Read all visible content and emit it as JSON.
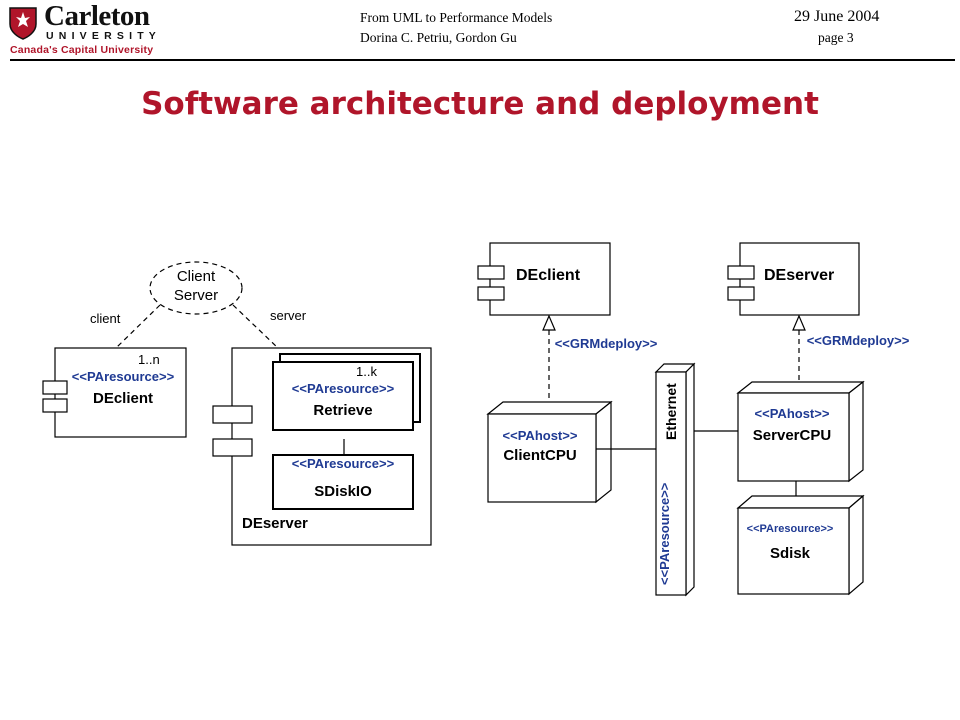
{
  "header": {
    "logo": {
      "wordmark": "Carleton",
      "university": "UNIVERSITY",
      "tagline": "Canada's Capital University",
      "brand_color": "#b0152a"
    },
    "course": "From UML to Performance Models",
    "authors": "Dorina C. Petriu, Gordon Gu",
    "date": "29 June 2004",
    "page": "page 3"
  },
  "slide": {
    "title": "Software architecture and deployment"
  },
  "diagram": {
    "collaboration": {
      "name_line1": "Client",
      "name_line2": "Server",
      "role_client": "client",
      "role_server": "server"
    },
    "left": {
      "declient_multiplicity": "1..n",
      "declient_stereotype": "<<PAresource>>",
      "declient_name": "DEclient",
      "deserver_name": "DEserver",
      "retrieve_multiplicity": "1..k",
      "retrieve_stereotype": "<<PAresource>>",
      "retrieve_name": "Retrieve",
      "sdiskio_stereotype": "<<PAresource>>",
      "sdiskio_name": "SDiskIO"
    },
    "right": {
      "declient_name": "DEclient",
      "deserver_name": "DEserver",
      "deploy_client": "<<GRMdeploy>>",
      "deploy_server": "<<GRMdeploy>>",
      "clientcpu_stereotype": "<<PAhost>>",
      "clientcpu_name": "ClientCPU",
      "servercpu_stereotype": "<<PAhost>>",
      "servercpu_name": "ServerCPU",
      "sdisk_stereotype": "<<PAresource>>",
      "sdisk_name": "Sdisk",
      "ethernet_name": "Ethernet",
      "ethernet_stereotype": "<<PAresource>>"
    },
    "colors": {
      "stereotype": "#1f3a93",
      "line": "#000000"
    }
  }
}
